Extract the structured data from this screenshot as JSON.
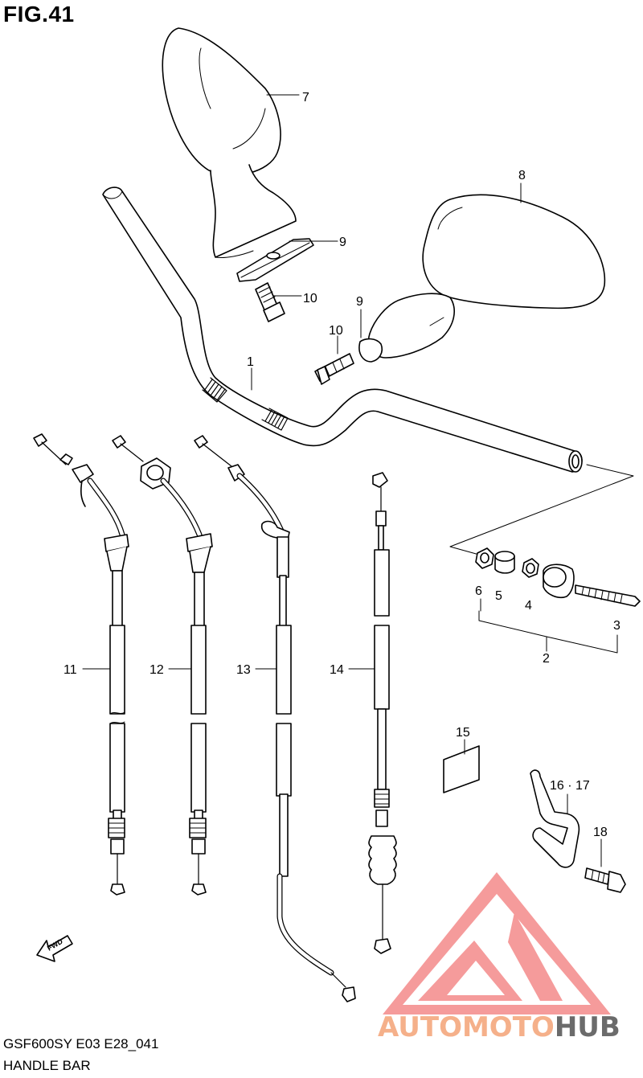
{
  "figure": {
    "title": "FIG.41",
    "model_code": "GSF600SY E03 E28_041",
    "section_name": "HANDLE BAR"
  },
  "callouts": [
    "1",
    "2",
    "3",
    "4",
    "5",
    "6",
    "7",
    "8",
    "9",
    "9",
    "10",
    "10",
    "11",
    "12",
    "13",
    "14",
    "15",
    "16 · 17",
    "18"
  ],
  "fwd_label": "FWD",
  "watermark": {
    "part_a": "AUTOMOTO",
    "part_b": "HUB",
    "logo_color": "#f26d6d",
    "text_color_a": "#f5b08a",
    "text_color_b": "#6b6b6b"
  }
}
